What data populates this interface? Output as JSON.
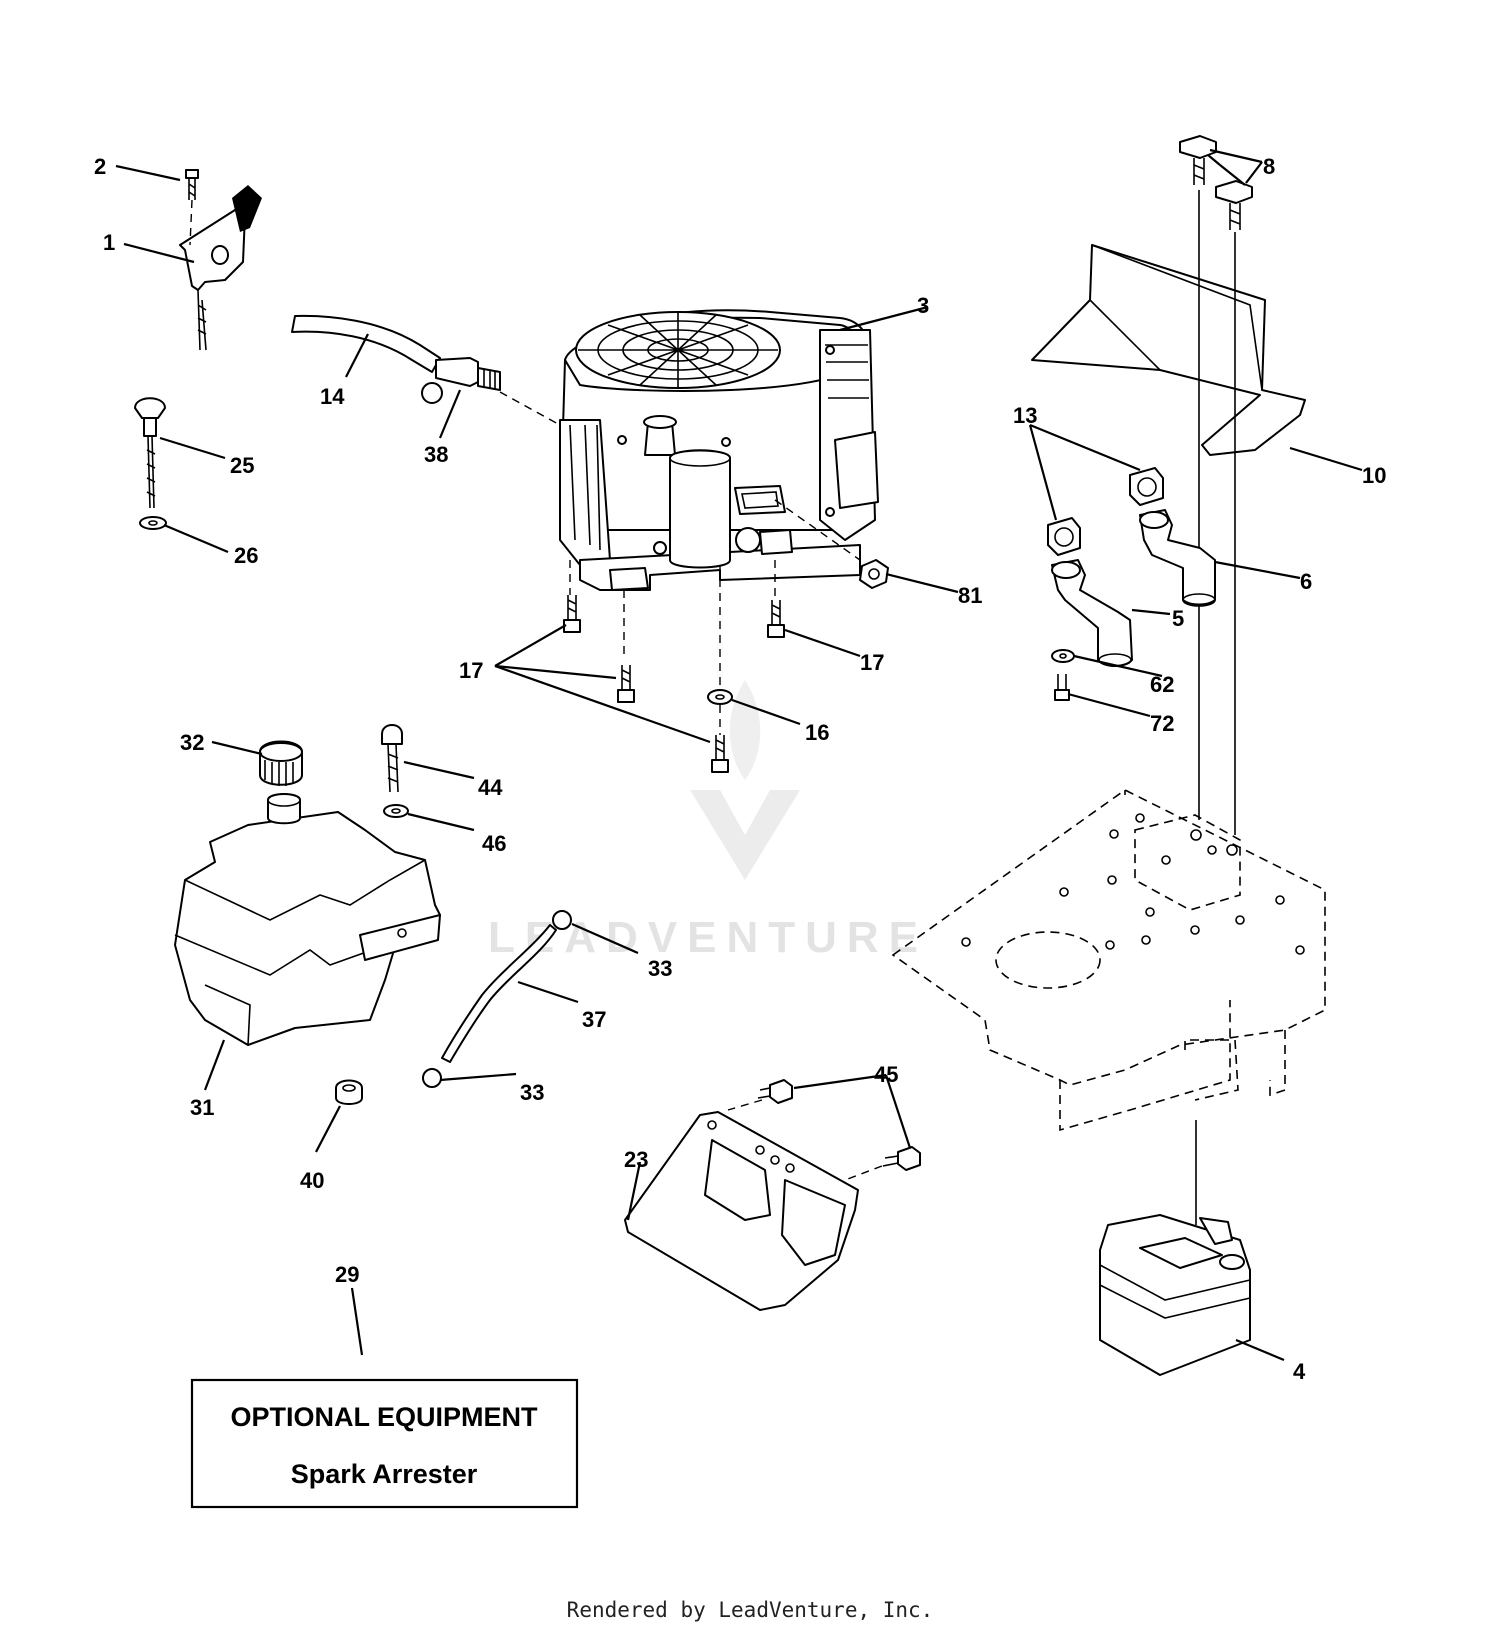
{
  "labels": {
    "p1": "1",
    "p2": "2",
    "p3": "3",
    "p4": "4",
    "p5": "5",
    "p6": "6",
    "p8": "8",
    "p10": "10",
    "p13": "13",
    "p14": "14",
    "p16": "16",
    "p17": "17",
    "p23": "23",
    "p25": "25",
    "p26": "26",
    "p29": "29",
    "p31": "31",
    "p32": "32",
    "p33": "33",
    "p37": "37",
    "p38": "38",
    "p40": "40",
    "p44": "44",
    "p45": "45",
    "p46": "46",
    "p62": "62",
    "p72": "72",
    "p81": "81"
  },
  "optional_box": {
    "line1": "OPTIONAL EQUIPMENT",
    "line2": "Spark Arrester"
  },
  "watermark": "LEADVENTURE",
  "footer": "Rendered by LeadVenture, Inc."
}
